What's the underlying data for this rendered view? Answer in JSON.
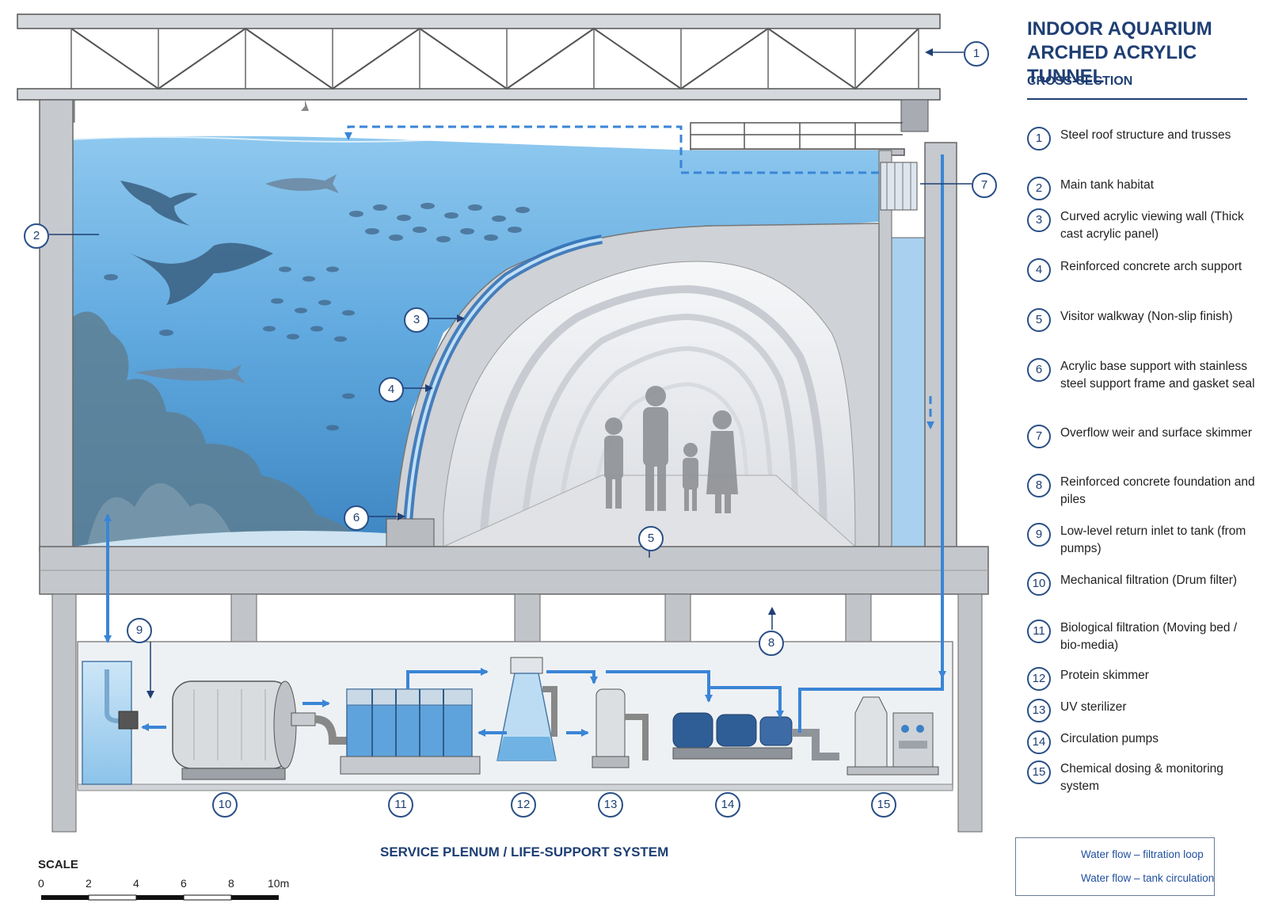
{
  "title_line1": "INDOOR AQUARIUM",
  "title_line2": "ARCHED ACRYLIC TUNNEL",
  "subtitle": "CROSS-SECTION",
  "legend": [
    {
      "num": "1",
      "text": "Steel roof structure and trusses"
    },
    {
      "num": "2",
      "text": "Main tank habitat"
    },
    {
      "num": "3",
      "text": "Curved acrylic viewing wall (Thick cast acrylic panel)"
    },
    {
      "num": "4",
      "text": "Reinforced concrete arch support"
    },
    {
      "num": "5",
      "text": "Visitor walkway (Non-slip finish)"
    },
    {
      "num": "6",
      "text": "Acrylic base support with stainless steel support frame and gasket seal"
    },
    {
      "num": "7",
      "text": "Overflow weir and surface skimmer"
    },
    {
      "num": "8",
      "text": "Reinforced concrete foundation and piles"
    },
    {
      "num": "9",
      "text": "Low-level return inlet to tank (from pumps)"
    },
    {
      "num": "10",
      "text": "Mechanical filtration (Drum filter)"
    },
    {
      "num": "11",
      "text": "Biological filtration (Moving bed / bio-media)"
    },
    {
      "num": "12",
      "text": "Protein skimmer"
    },
    {
      "num": "13",
      "text": "UV sterilizer"
    },
    {
      "num": "14",
      "text": "Circulation pumps"
    },
    {
      "num": "15",
      "text": "Chemical dosing & monitoring system"
    }
  ],
  "flow_key": {
    "filtration": "Water flow – filtration loop",
    "circulation": "Water flow – tank circulation"
  },
  "plenum_label": "SERVICE PLENUM / LIFE-SUPPORT SYSTEM",
  "scale": {
    "label": "SCALE",
    "ticks": [
      "0",
      "2",
      "4",
      "6",
      "8",
      "10m"
    ]
  },
  "callouts": [
    "1",
    "2",
    "3",
    "4",
    "5",
    "6",
    "7",
    "8",
    "9",
    "10",
    "11",
    "12",
    "13",
    "14",
    "15"
  ],
  "colors": {
    "navy": "#1f3f74",
    "flow": "#3a85d6",
    "water": "#5fa8de",
    "concrete": "#cfd2d6"
  }
}
